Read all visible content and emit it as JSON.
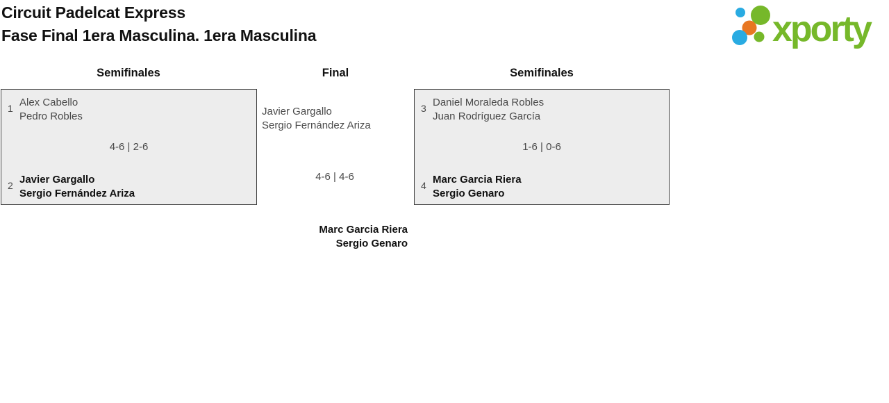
{
  "page": {
    "title_line1": "Circuit Padelcat Express",
    "title_line2": "Fase Final 1era Masculina. 1era Masculina"
  },
  "logo": {
    "text": "xporty",
    "colors": {
      "green": "#76b82a",
      "blue": "#29abe2",
      "orange": "#e87722"
    }
  },
  "bracket": {
    "headers": {
      "left": "Semifinales",
      "mid": "Final",
      "right": "Semifinales"
    },
    "semi_left": {
      "team1": {
        "seed": "1",
        "players": [
          "Alex Cabello",
          "Pedro Robles"
        ]
      },
      "score": "4-6 | 2-6",
      "team2": {
        "seed": "2",
        "players": [
          "Javier Gargallo",
          "Sergio Fernández Ariza"
        ]
      }
    },
    "final": {
      "team1": {
        "players": [
          "Javier Gargallo",
          "Sergio Fernández Ariza"
        ]
      },
      "score": "4-6 | 4-6",
      "team2": {
        "players": [
          "Marc Garcia Riera",
          "Sergio Genaro"
        ]
      }
    },
    "semi_right": {
      "team1": {
        "seed": "3",
        "players": [
          "Daniel Moraleda Robles",
          "Juan Rodríguez García"
        ]
      },
      "score": "1-6 | 0-6",
      "team2": {
        "seed": "4",
        "players": [
          "Marc Garcia Riera",
          "Sergio Genaro"
        ]
      }
    },
    "colors": {
      "box_bg": "#ededed",
      "box_border": "#3f3f3f",
      "loser_text": "#4a4a4a",
      "winner_text": "#111111"
    }
  }
}
